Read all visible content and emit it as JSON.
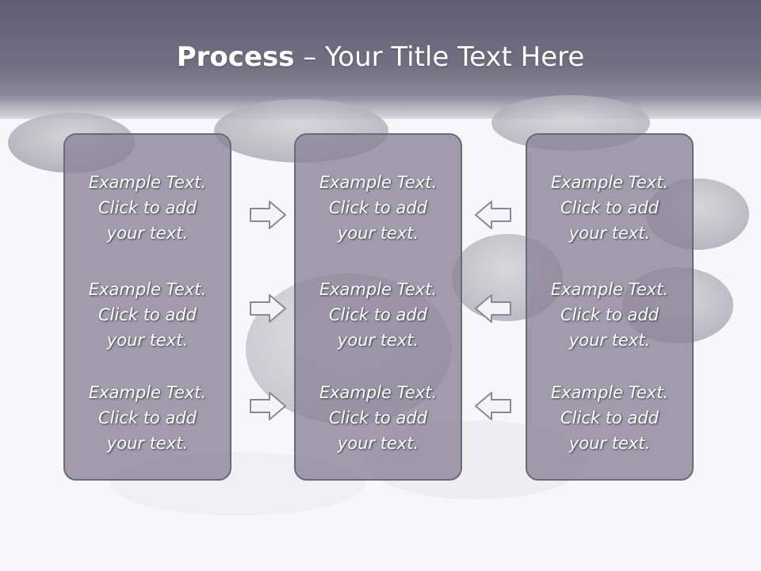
{
  "title": {
    "bold": "Process",
    "rest": " – Your Title Text Here"
  },
  "panels": [
    {
      "items": [
        {
          "line1": "Example Text.",
          "line2": "Click  to add",
          "line3": "your text."
        },
        {
          "line1": "Example Text.",
          "line2": "Click  to add",
          "line3": "your text."
        },
        {
          "line1": "Example Text.",
          "line2": "Click  to add",
          "line3": "your text."
        }
      ]
    },
    {
      "items": [
        {
          "line1": "Example Text.",
          "line2": "Click  to add",
          "line3": "your text."
        },
        {
          "line1": "Example Text.",
          "line2": "Click  to add",
          "line3": "your text."
        },
        {
          "line1": "Example Text.",
          "line2": "Click  to add",
          "line3": "your text."
        }
      ]
    },
    {
      "items": [
        {
          "line1": "Example Text.",
          "line2": "Click  to add",
          "line3": "your text."
        },
        {
          "line1": "Example Text.",
          "line2": "Click  to add",
          "line3": "your text."
        },
        {
          "line1": "Example Text.",
          "line2": "Click  to add",
          "line3": "your text."
        }
      ]
    }
  ],
  "arrows": {
    "left_column": "right-arrow-icon",
    "right_column": "left-arrow-icon"
  },
  "colors": {
    "header": "#625e72",
    "panel": "#898598",
    "panel_border": "#6c6a78",
    "text": "#ffffff"
  }
}
